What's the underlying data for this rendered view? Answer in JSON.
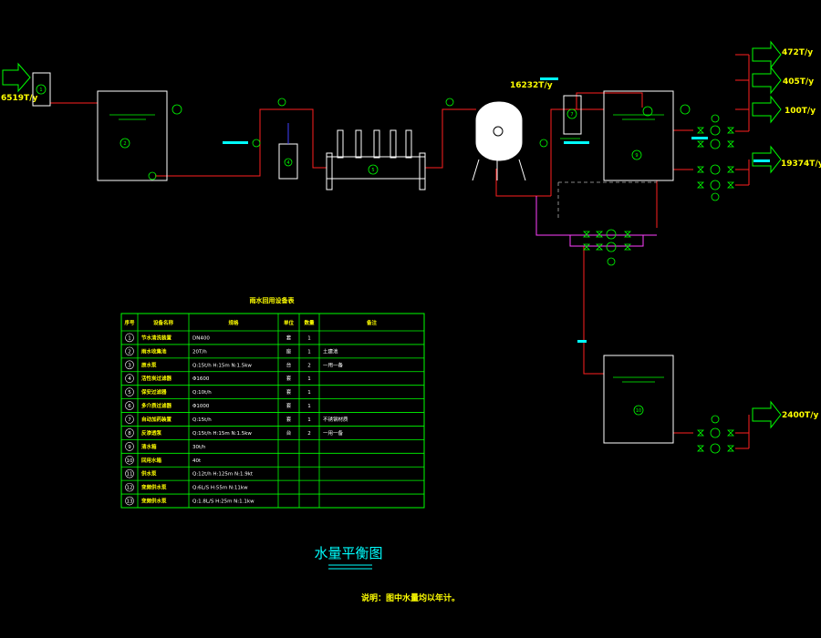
{
  "flows": {
    "inlet": "6519T/y",
    "tank_top": "16232T/y",
    "out1": "472T/y",
    "out2": "405T/y",
    "out3": "100T/y",
    "out4": "19374T/y",
    "out5": "2400T/y"
  },
  "equipment_ids": {
    "e1": "1",
    "e2": "2",
    "e3": "3",
    "e4": "4",
    "e5": "5",
    "e6": "6",
    "e7": "7",
    "e8": "8",
    "e9": "9",
    "e10": "10",
    "e11": "11",
    "e12": "12",
    "e13": "13"
  },
  "table": {
    "headers": [
      "序号",
      "设备名称",
      "规格",
      "单位",
      "数量",
      "备注"
    ],
    "rows": [
      [
        "1",
        "节水清洗装置",
        "DN400",
        "套",
        "1",
        ""
      ],
      [
        "2",
        "雨水收集池",
        "20T/h",
        "座",
        "1",
        "土建池"
      ],
      [
        "3",
        "原水泵",
        "Q:15t/h H:15m N:1.5kw",
        "台",
        "2",
        "一用一备"
      ],
      [
        "4",
        "活性炭过滤器",
        "Φ1600",
        "套",
        "1",
        ""
      ],
      [
        "5",
        "保安过滤器",
        "Q:10t/h",
        "套",
        "1",
        ""
      ],
      [
        "6",
        "多介质过滤器",
        "Φ1000",
        "套",
        "1",
        ""
      ],
      [
        "7",
        "自动加药装置",
        "Q:15t/h",
        "套",
        "1",
        "不锈钢材质"
      ],
      [
        "8",
        "反渗透泵",
        "Q:15t/h H:15m N:1.5kw",
        "台",
        "2",
        "一用一备"
      ],
      [
        "9",
        "清水箱",
        "30t/h",
        "",
        "",
        ""
      ],
      [
        "10",
        "回用水箱",
        "40t",
        "",
        "",
        ""
      ],
      [
        "11",
        "供水泵",
        "Q:12t/h H:125m N:1.9kt",
        "",
        "",
        ""
      ],
      [
        "12",
        "变频供水泵",
        "Q:6L/S H:55m N:11kw",
        "",
        "",
        ""
      ],
      [
        "13",
        "变频供水泵",
        "Q:1.8L/S H:25m N:1.1kw",
        "",
        "",
        ""
      ]
    ]
  },
  "title": "水量平衡图",
  "note": "说明：图中水量均以年计。"
}
